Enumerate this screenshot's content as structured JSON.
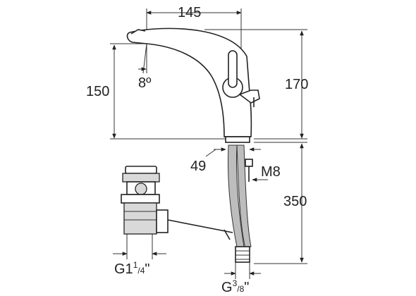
{
  "labels": {
    "width_145": "145",
    "angle_num": "8",
    "angle_unit": "º",
    "height_150": "150",
    "height_170": "170",
    "dist_49": "49",
    "thread_m8": "M8",
    "length_350": "350",
    "g_big_main": "G1",
    "g_big_num": "1",
    "g_big_den": "4",
    "g_big_close": "\"",
    "g_small_main": "G",
    "g_small_num": "3",
    "g_small_den": "8",
    "g_small_close": "\""
  }
}
